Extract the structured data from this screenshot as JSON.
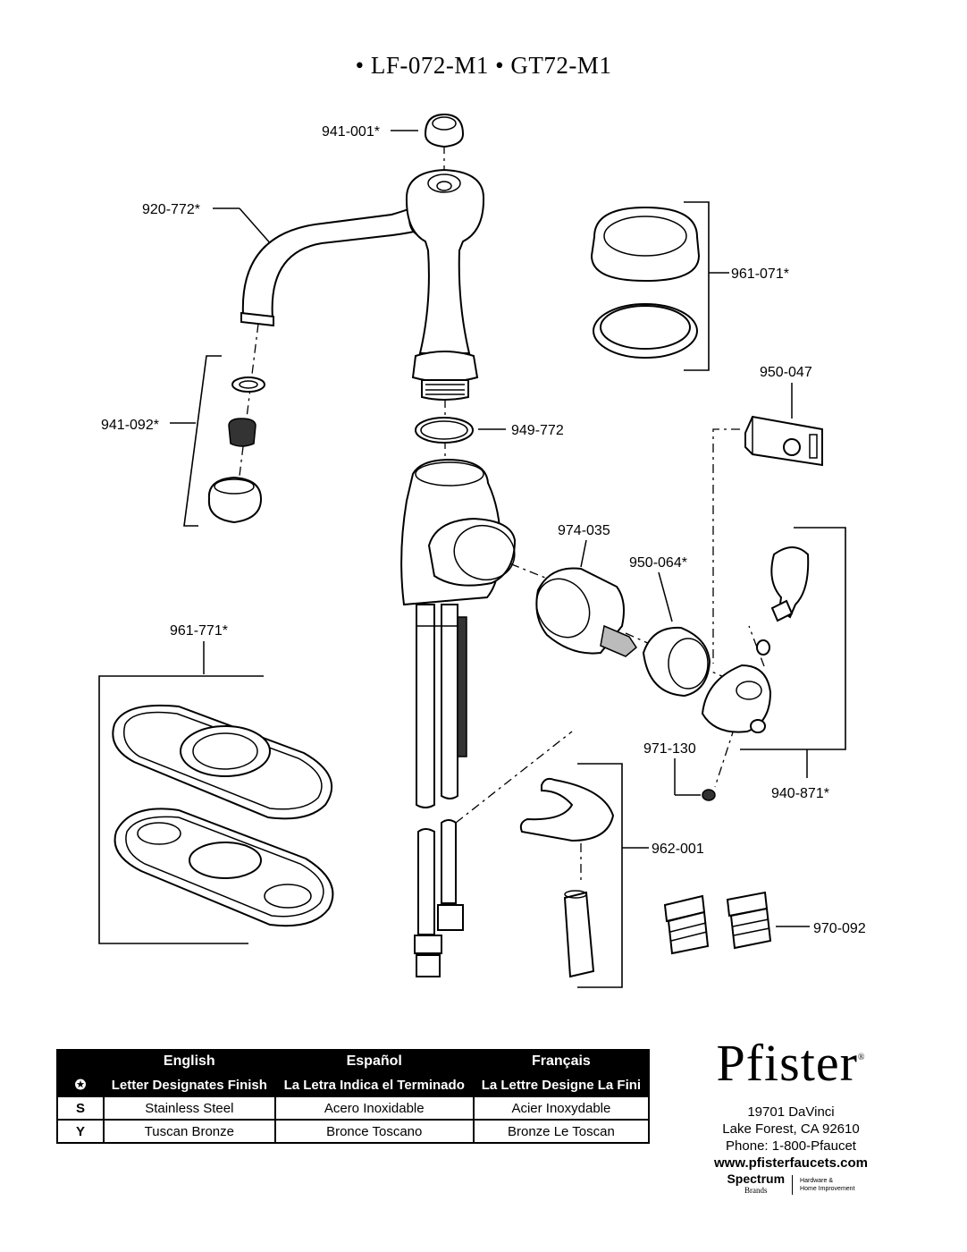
{
  "title": "• LF-072-M1 • GT72-M1",
  "parts": {
    "p941_001": "941-001*",
    "p920_772": "920-772*",
    "p961_071": "961-071*",
    "p950_047": "950-047",
    "p941_092": "941-092*",
    "p949_772": "949-772",
    "p974_035": "974-035",
    "p950_064": "950-064*",
    "p961_771": "961-771*",
    "p971_130": "971-130",
    "p940_871": "940-871*",
    "p962_001": "962-001",
    "p970_092": "970-092"
  },
  "finish_table": {
    "headers": [
      "English",
      "Español",
      "Français"
    ],
    "subheaders": [
      "Letter Designates Finish",
      "La Letra Indica el Terminado",
      "La Lettre Designe La Fini"
    ],
    "key_symbol": "✪",
    "rows": [
      {
        "code": "S",
        "en": "Stainless Steel",
        "es": "Acero Inoxidable",
        "fr": "Acier Inoxydable"
      },
      {
        "code": "Y",
        "en": "Tuscan Bronze",
        "es": "Bronce Toscano",
        "fr": "Bronze Le Toscan"
      }
    ]
  },
  "brand": {
    "logo": "Pfister",
    "reg": "®",
    "address1": "19701 DaVinci",
    "address2": "Lake Forest, CA 92610",
    "phone": "Phone: 1-800-Pfaucet",
    "website": "www.pfisterfaucets.com",
    "spectrum": "Spectrum",
    "spectrum_sub": "Brands",
    "hi1": "Hardware &",
    "hi2": "Home Improvement"
  }
}
